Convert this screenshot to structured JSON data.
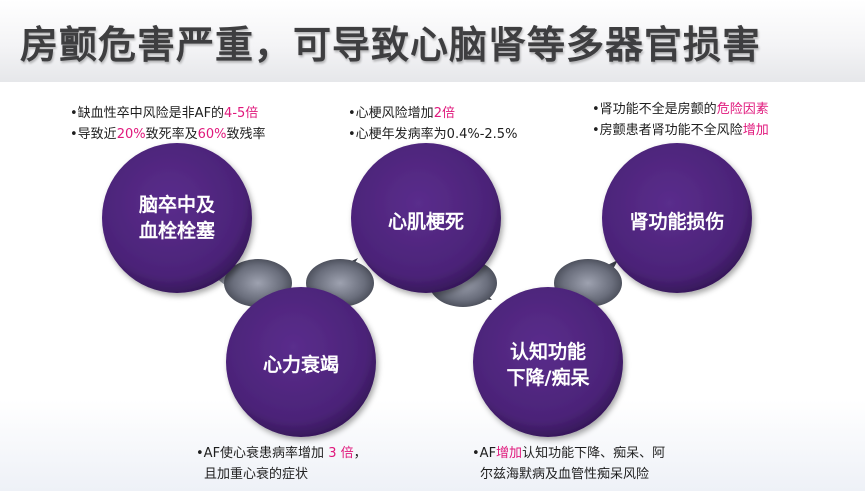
{
  "title": "房颤危害严重，可导致心脑肾等多器官损害",
  "colors": {
    "node_fill": "#4b2378",
    "node_edge": "#2d1047",
    "highlight": "#e0187c",
    "title_text": "#3e3e40"
  },
  "nodes": [
    {
      "id": "stroke",
      "lines": [
        "脑卒中及",
        "血栓栓塞"
      ]
    },
    {
      "id": "heart-failure",
      "lines": [
        "心力衰竭"
      ]
    },
    {
      "id": "mi",
      "lines": [
        "心肌梗死"
      ]
    },
    {
      "id": "cognition",
      "lines": [
        "认知功能",
        "下降/痴呆"
      ]
    },
    {
      "id": "renal",
      "lines": [
        "肾功能损伤"
      ]
    }
  ],
  "notes": {
    "stroke": [
      {
        "bullet": "•",
        "pre": "缺血性卒中风险是非AF的",
        "hl": "4-5倍",
        "post": ""
      },
      {
        "bullet": "•",
        "pre": "导致近",
        "hl": "20%",
        "post": "致死率及",
        "hl2": "60%",
        "post2": "致残率"
      }
    ],
    "mi": [
      {
        "bullet": "•",
        "pre": "心梗风险增加",
        "hl": "2倍",
        "post": ""
      },
      {
        "bullet": "•",
        "pre": "心梗年发病率为0.4%-2.5%",
        "hl": "",
        "post": ""
      }
    ],
    "renal": [
      {
        "bullet": "•",
        "pre": "肾功能不全是房颤的",
        "hl": "危险因素",
        "post": ""
      },
      {
        "bullet": "•",
        "pre": "房颤患者肾功能不全风险",
        "hl": "增加",
        "post": ""
      }
    ],
    "heart_failure": [
      {
        "bullet": "•",
        "pre": "AF使心衰患病率增加 ",
        "hl": "3 倍",
        "post": "，"
      },
      {
        "bullet": "",
        "pre": "且加重心衰的症状",
        "hl": "",
        "post": ""
      }
    ],
    "cognition": [
      {
        "bullet": "•",
        "pre": "AF",
        "hl": "增加",
        "post": "认知功能下降、痴呆、阿"
      },
      {
        "bullet": "",
        "pre": "尔兹海默病及血管性痴呆风险",
        "hl": "",
        "post": ""
      }
    ]
  }
}
